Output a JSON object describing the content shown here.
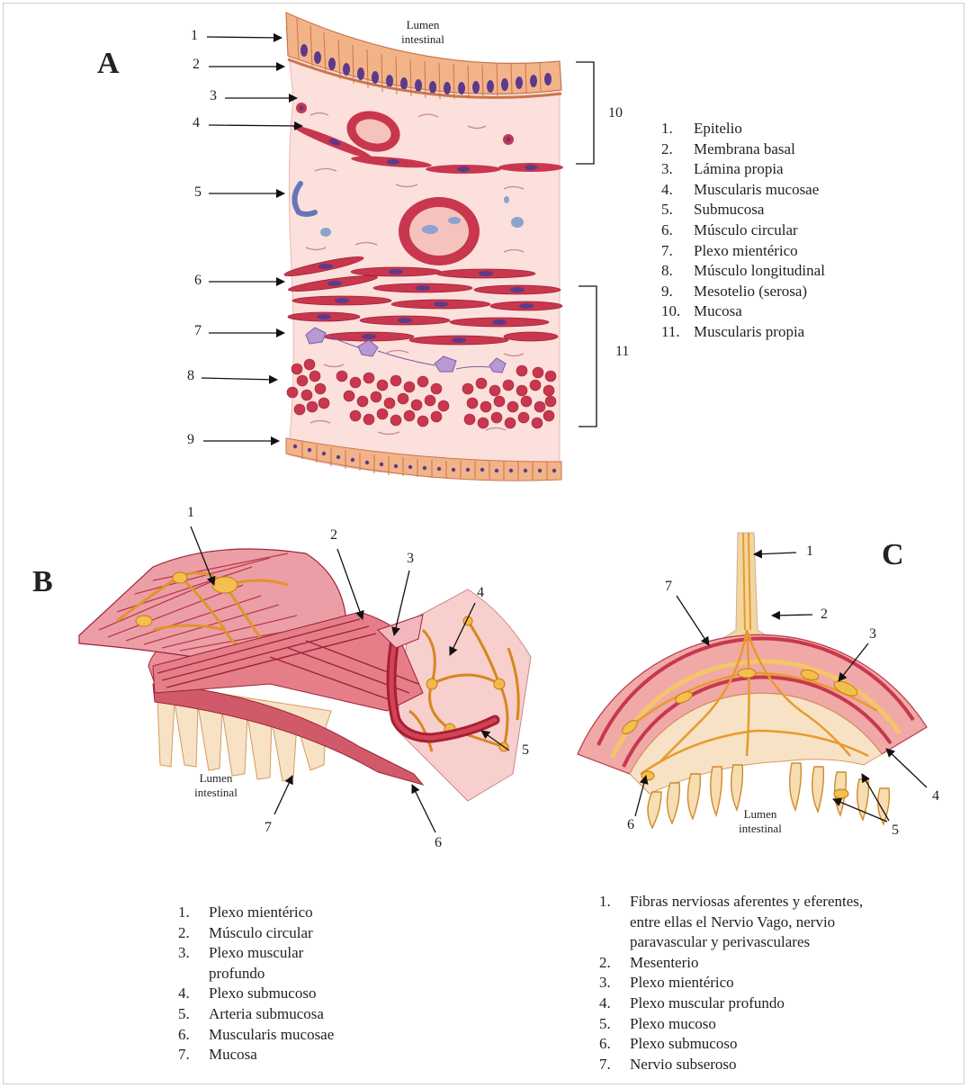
{
  "panels": {
    "A": {
      "letter": "A",
      "lumen_label": [
        "Lumen",
        "intestinal"
      ],
      "legend": [
        {
          "n": "1.",
          "label": "Epitelio"
        },
        {
          "n": "2.",
          "label": "Membrana basal"
        },
        {
          "n": "3.",
          "label": "Lámina propia"
        },
        {
          "n": "4.",
          "label": "Muscularis mucosae"
        },
        {
          "n": "5.",
          "label": "Submucosa"
        },
        {
          "n": "6.",
          "label": "Músculo circular"
        },
        {
          "n": "7.",
          "label": "Plexo mientérico"
        },
        {
          "n": "8.",
          "label": "Músculo longitudinal"
        },
        {
          "n": "9.",
          "label": "Mesotelio (serosa)"
        },
        {
          "n": "10.",
          "label": "Mucosa"
        },
        {
          "n": "11.",
          "label": "Muscularis propia"
        }
      ],
      "callouts": [
        "1",
        "2",
        "3",
        "4",
        "5",
        "6",
        "7",
        "8",
        "9",
        "10",
        "11"
      ]
    },
    "B": {
      "letter": "B",
      "lumen_label": [
        "Lumen",
        "intestinal"
      ],
      "legend": [
        {
          "n": "1.",
          "label": "Plexo mientérico"
        },
        {
          "n": "2.",
          "label": "Músculo circular"
        },
        {
          "n": "3.",
          "label": "Plexo muscular"
        },
        {
          "n": "",
          "label": "profundo"
        },
        {
          "n": "4.",
          "label": "Plexo submucoso"
        },
        {
          "n": "5.",
          "label": "Arteria submucosa"
        },
        {
          "n": "6.",
          "label": "Muscularis mucosae"
        },
        {
          "n": "7.",
          "label": "Mucosa"
        }
      ],
      "callouts": [
        "1",
        "2",
        "3",
        "4",
        "5",
        "6",
        "7"
      ]
    },
    "C": {
      "letter": "C",
      "lumen_label": [
        "Lumen",
        "intestinal"
      ],
      "legend": [
        {
          "n": "1.",
          "label": "Fibras nerviosas aferentes y eferentes,"
        },
        {
          "n": "",
          "label": "entre ellas el Nervio Vago, nervio"
        },
        {
          "n": "",
          "label": "paravascular y perivasculares"
        },
        {
          "n": "2.",
          "label": "Mesenterio"
        },
        {
          "n": "3.",
          "label": "Plexo mientérico"
        },
        {
          "n": "4.",
          "label": "Plexo muscular profundo"
        },
        {
          "n": "5.",
          "label": "Plexo mucoso"
        },
        {
          "n": "6.",
          "label": "Plexo submucoso"
        },
        {
          "n": "7.",
          "label": "Nervio subseroso"
        }
      ],
      "callouts": [
        "1",
        "2",
        "3",
        "4",
        "5",
        "6",
        "7"
      ]
    }
  },
  "colors": {
    "tissue_pink": "#f6d3cf",
    "epithelium_orange": "#f0a878",
    "muscle_red": "#c8374d",
    "nucleus_purple": "#5b3a8c",
    "nerve_orange": "#e89a2c",
    "nerve_yellow": "#f4d36b",
    "vessel_dark": "#a81f35"
  }
}
